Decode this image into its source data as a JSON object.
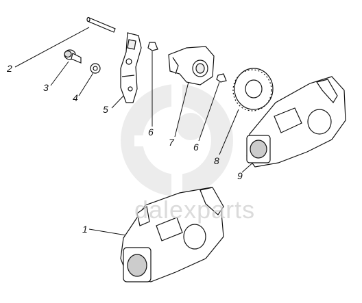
{
  "watermark": {
    "text": "dalexparts",
    "logo_icon": "gp-monogram-logo",
    "color": "#cfcfcf"
  },
  "callouts": [
    {
      "id": "c1",
      "label": "1"
    },
    {
      "id": "c2",
      "label": "2"
    },
    {
      "id": "c3",
      "label": "3"
    },
    {
      "id": "c4",
      "label": "4"
    },
    {
      "id": "c5",
      "label": "5"
    },
    {
      "id": "c6a",
      "label": "6"
    },
    {
      "id": "c7",
      "label": "7"
    },
    {
      "id": "c6b",
      "label": "6"
    },
    {
      "id": "c8",
      "label": "8"
    },
    {
      "id": "c9",
      "label": "9"
    }
  ]
}
